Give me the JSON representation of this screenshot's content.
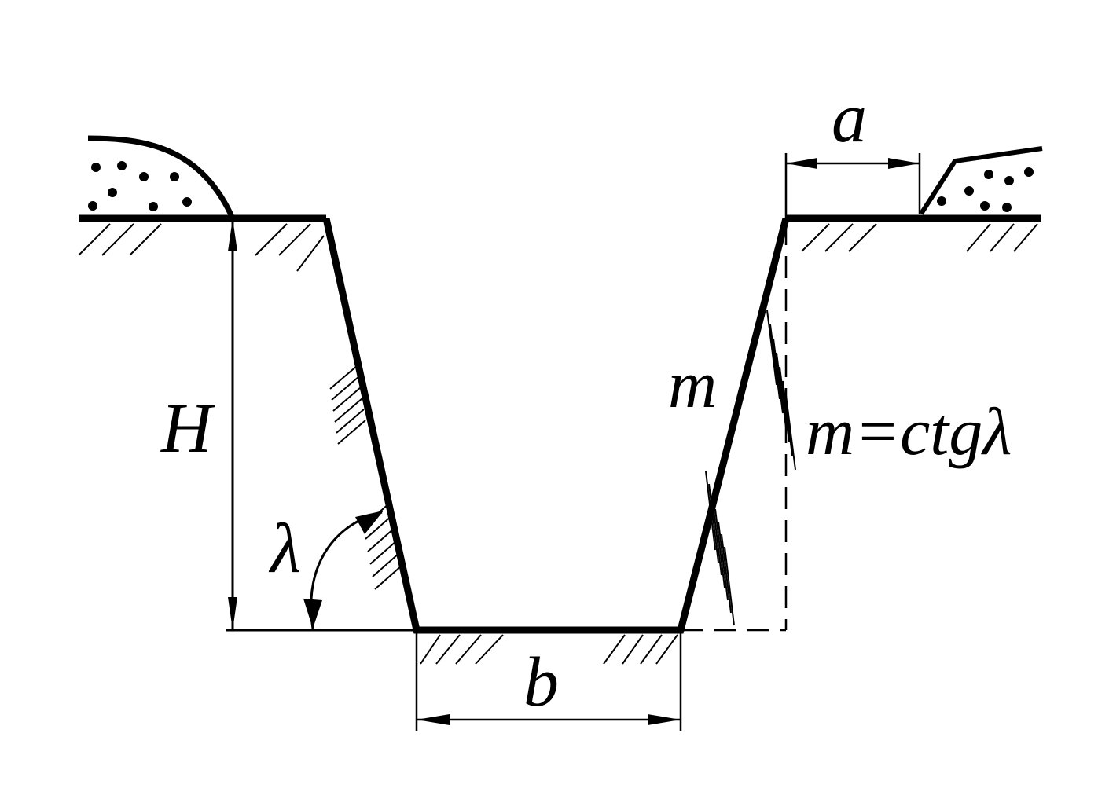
{
  "labels": {
    "a": "a",
    "H": "H",
    "m": "m",
    "formula": "m=ctgλ",
    "lambda": "λ",
    "b": "b"
  },
  "colors": {
    "ink": "#000000",
    "background": "#ffffff"
  }
}
